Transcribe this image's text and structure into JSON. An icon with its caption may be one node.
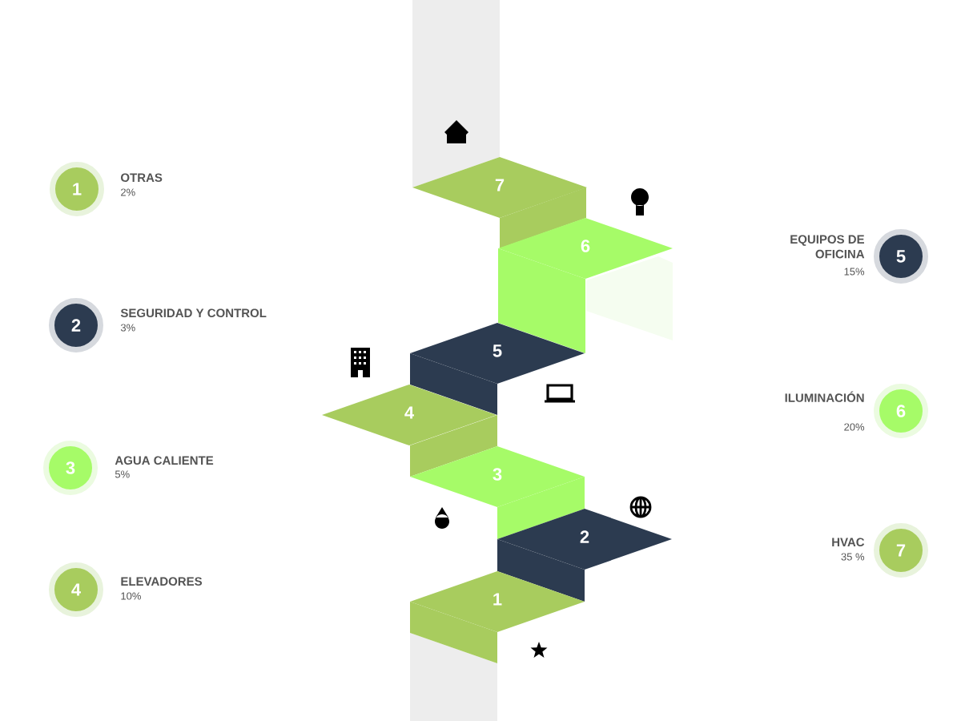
{
  "diagram": {
    "nodes": [
      {
        "text": [
          "1"
        ],
        "beside": [
          "OTRAS",
          "2%"
        ]
      },
      {
        "text": [
          "2"
        ],
        "beside": [
          "SEGURIDAD Y CONTROL",
          "3%"
        ]
      },
      {
        "text": [
          "3"
        ],
        "beside": [
          "AGUA CALIENTE",
          "5%"
        ]
      },
      {
        "text": [
          "4"
        ],
        "beside": [
          "ELEVADORES",
          "10%"
        ]
      },
      {
        "text": [
          "5"
        ],
        "beside": [
          "EQUIPOS DE OFICINA",
          "15%"
        ]
      },
      {
        "text": [
          "6"
        ],
        "beside": [
          "ILUMINACIÓN",
          "20%"
        ]
      },
      {
        "text": [
          "7"
        ],
        "beside": [
          "HVAC",
          "35 %"
        ]
      },
      {
        "text": [
          "7"
        ]
      },
      {
        "text": [
          "6"
        ]
      },
      {
        "text": [
          "5"
        ]
      },
      {
        "text": [
          "4"
        ]
      },
      {
        "text": [
          "3"
        ]
      },
      {
        "text": [
          "2"
        ]
      },
      {
        "text": [
          "1"
        ]
      }
    ]
  }
}
